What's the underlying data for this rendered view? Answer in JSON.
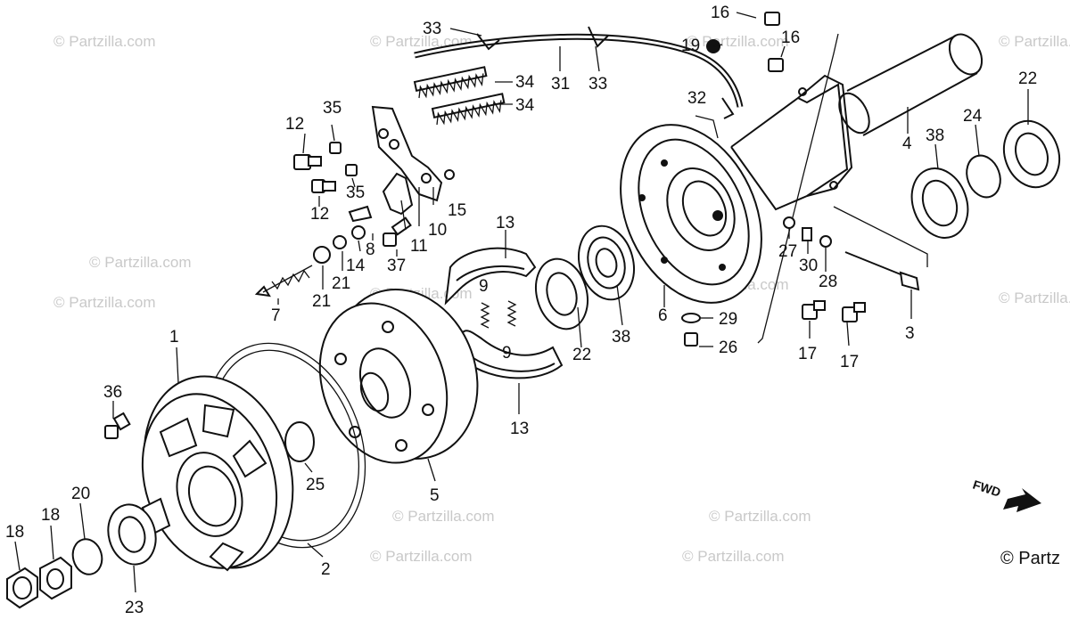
{
  "watermarks": [
    "© Partzilla.com",
    "© Partzilla.com",
    "© Partzilla.com",
    "© Partzilla.com",
    "© Partzilla.com",
    "© Partzilla.com",
    "© Partzilla.com",
    "© Partzilla.com",
    "© Partzilla.com",
    "© Partzilla.com",
    "© Partzilla.com",
    "© Partzilla.com",
    "© Partzilla.com",
    "© Partz"
  ],
  "fwd_label": "FWD",
  "callouts": [
    "16",
    "16",
    "19",
    "33",
    "31",
    "33",
    "34",
    "34",
    "32",
    "22",
    "24",
    "4",
    "38",
    "35",
    "12",
    "12",
    "35",
    "15",
    "10",
    "11",
    "13",
    "7",
    "21",
    "14",
    "8",
    "37",
    "21",
    "27",
    "30",
    "28",
    "3",
    "9",
    "9",
    "22",
    "38",
    "6",
    "29",
    "26",
    "17",
    "17",
    "13",
    "1",
    "36",
    "25",
    "5",
    "2",
    "18",
    "18",
    "20",
    "23"
  ]
}
